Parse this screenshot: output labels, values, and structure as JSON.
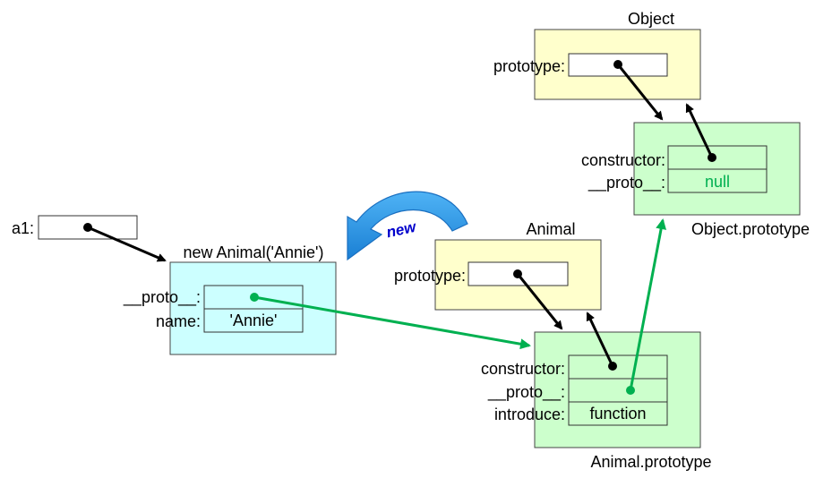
{
  "colors": {
    "prototype_object_fill": "#ffffcc",
    "prototype_chain_fill": "#ccffcc",
    "instance_fill": "#ccffff",
    "reference_arrow": "#000000",
    "proto_arrow": "#00b050",
    "new_arrow": "#1e90e6",
    "new_label": "#0000cc",
    "null_text": "#00b050"
  },
  "variable": {
    "label": "a1:"
  },
  "instance": {
    "title": "new Animal('Annie')",
    "proto_label": "__proto__:",
    "name_label": "name:",
    "name_value": "'Annie'"
  },
  "new_arrow": {
    "label": "new"
  },
  "object_ctor": {
    "title": "Object",
    "prototype_label": "prototype:"
  },
  "object_prototype": {
    "title": "Object.prototype",
    "constructor_label": "constructor:",
    "proto_label": "__proto__:",
    "proto_value": "null"
  },
  "animal_ctor": {
    "title": "Animal",
    "prototype_label": "prototype:"
  },
  "animal_prototype": {
    "title": "Animal.prototype",
    "constructor_label": "constructor:",
    "proto_label": "__proto__:",
    "introduce_label": "introduce:",
    "introduce_value": "function"
  }
}
